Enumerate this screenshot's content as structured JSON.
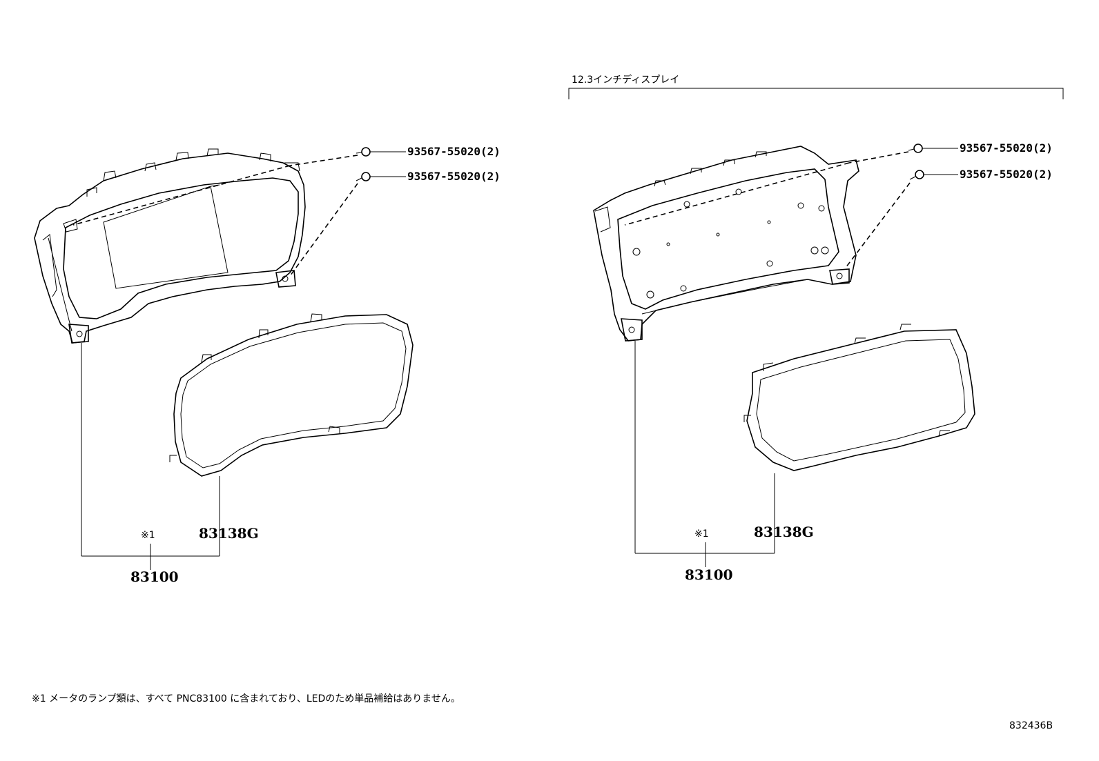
{
  "section_header": "12.3インチディスプレイ",
  "left": {
    "screw_top": "93567-55020(2)",
    "screw_bottom": "93567-55020(2)",
    "note_ref": "※1",
    "lens_part": "83138G",
    "assembly_part": "83100"
  },
  "right": {
    "screw_top": "93567-55020(2)",
    "screw_bottom": "93567-55020(2)",
    "note_ref": "※1",
    "lens_part": "83138G",
    "assembly_part": "83100"
  },
  "footnote": "※1 メータのランプ類は、すべて PNC83100 に含まれており、LEDのため単品補給はありません。",
  "figure_id": "832436B"
}
